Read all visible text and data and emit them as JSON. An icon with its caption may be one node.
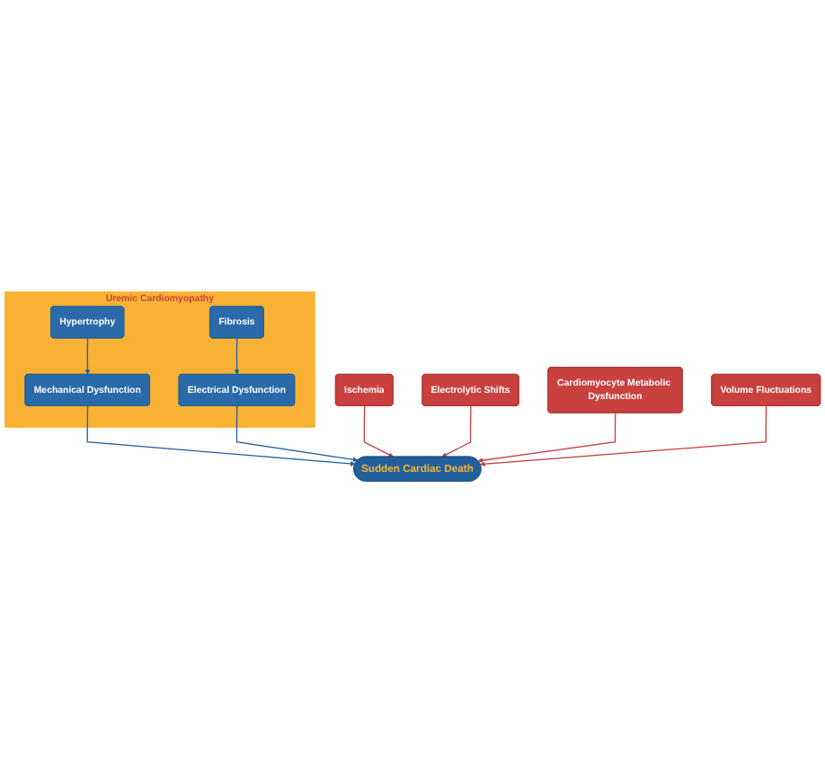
{
  "diagram": {
    "nodes": [
      {
        "text": [
          "Uremic Cardiomyopathy"
        ]
      },
      {
        "text": [
          "Hypertrophy"
        ],
        "in": 0
      },
      {
        "text": [
          "Mechanical Dysfunction"
        ],
        "in": 0
      },
      {
        "text": [
          "Fibrosis"
        ],
        "in": 0
      },
      {
        "text": [
          "Electrical Dysfunction"
        ],
        "in": 0
      },
      {
        "text": [
          "Ischemia"
        ]
      },
      {
        "text": [
          "Electrolytic Shifts"
        ]
      },
      {
        "text": [
          "Cardiomyocyte Metabolic Dysfunction"
        ]
      },
      {
        "text": [
          "Volume Fluctuations"
        ]
      },
      {
        "text": [
          "Sudden Cardiac Death"
        ]
      }
    ],
    "edges": [
      {
        "from": 1,
        "to": 2,
        "arrow": "to",
        "color": "#1f5f9e"
      },
      {
        "from": 3,
        "to": 4,
        "arrow": "to",
        "color": "#1f5f9e"
      },
      {
        "from": 2,
        "to": 9,
        "arrow": "to",
        "color": "#1f5f9e"
      },
      {
        "from": 4,
        "to": 9,
        "arrow": "to",
        "color": "#1f5f9e"
      },
      {
        "from": 5,
        "to": 9,
        "arrow": "to",
        "color": "#c43c3a"
      },
      {
        "from": 6,
        "to": 9,
        "arrow": "to",
        "color": "#c43c3a"
      },
      {
        "from": 7,
        "to": 9,
        "arrow": "to",
        "color": "#c43c3a"
      },
      {
        "from": 8,
        "to": 9,
        "arrow": "to",
        "color": "#c43c3a"
      }
    ]
  }
}
